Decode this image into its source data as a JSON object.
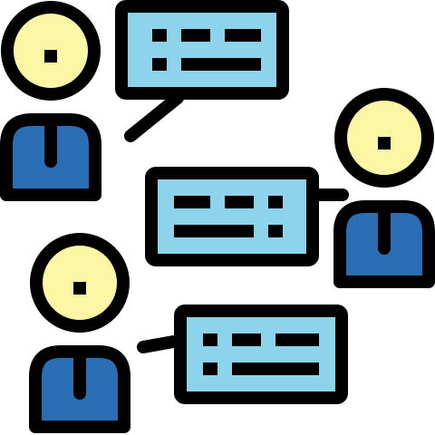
{
  "illustration": {
    "icon": "group-chat-icon",
    "colors": {
      "outline": "#000000",
      "head": "#FDF6A4",
      "body": "#2A6FB6",
      "bubble": "#8ED3EC"
    },
    "people": [
      {
        "icon": "person-icon",
        "position": "top-left"
      },
      {
        "icon": "person-icon",
        "position": "middle-right"
      },
      {
        "icon": "person-icon",
        "position": "bottom-left"
      }
    ],
    "bubbles": [
      {
        "icon": "speech-bubble-icon",
        "position": "top",
        "text_lines": 2
      },
      {
        "icon": "speech-bubble-icon",
        "position": "middle",
        "text_lines": 2
      },
      {
        "icon": "speech-bubble-icon",
        "position": "bottom",
        "text_lines": 2
      }
    ]
  }
}
